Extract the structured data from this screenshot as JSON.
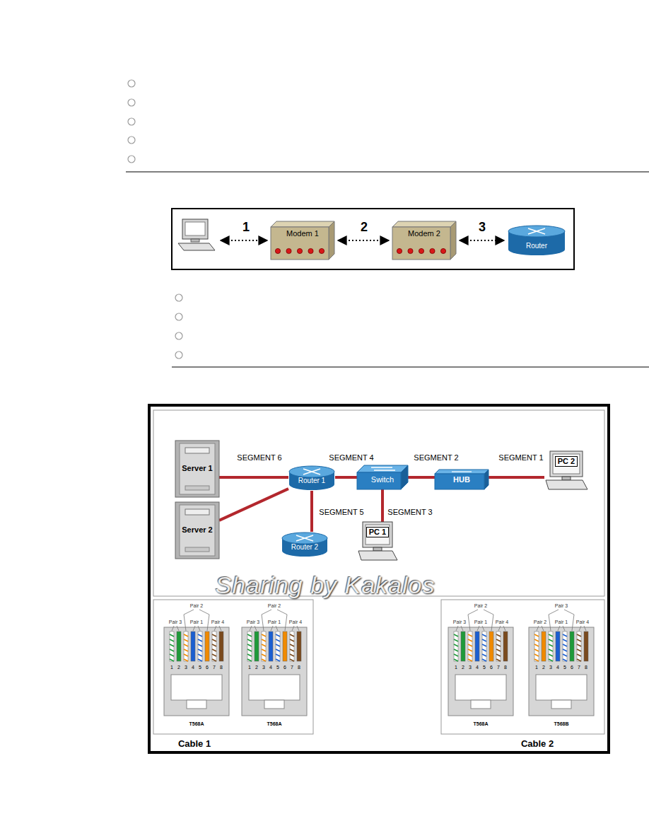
{
  "diagram": {
    "nodes": [
      {
        "text": [
          "Modem 1"
        ]
      },
      {
        "text": [
          "Modem 2"
        ]
      },
      {
        "text": [
          "Router"
        ]
      },
      {
        "text": [
          "Server 1"
        ]
      },
      {
        "text": [
          "Router 1"
        ]
      },
      {
        "text": [
          "Switch"
        ]
      },
      {
        "text": [
          "HUB"
        ]
      },
      {
        "text": [
          "PC 2"
        ]
      },
      {
        "text": [
          "Server 2"
        ]
      },
      {
        "text": [
          "Router 2"
        ]
      },
      {
        "text": [
          "PC 1"
        ]
      }
    ],
    "edges": [
      {
        "from": 0,
        "to": 1,
        "arrow": "both",
        "label": "2"
      },
      {
        "from": 1,
        "to": 2,
        "arrow": "both",
        "label": "3"
      },
      {
        "from": 3,
        "to": 4,
        "arrow": "none",
        "label": "SEGMENT 6"
      },
      {
        "from": 8,
        "to": 4,
        "arrow": "none"
      },
      {
        "from": 4,
        "to": 5,
        "arrow": "none",
        "label": "SEGMENT 4"
      },
      {
        "from": 5,
        "to": 6,
        "arrow": "none",
        "label": "SEGMENT 2"
      },
      {
        "from": 6,
        "to": 7,
        "arrow": "none",
        "label": "SEGMENT 1"
      },
      {
        "from": 4,
        "to": 9,
        "arrow": "none",
        "label": "SEGMENT 5"
      },
      {
        "from": 5,
        "to": 10,
        "arrow": "none",
        "label": "SEGMENT 3"
      }
    ],
    "labels": [
      "1",
      "Sharing by Kakalos",
      "Pair 2",
      "Pair 3",
      "Pair 1",
      "Pair 4",
      "1",
      "2",
      "3",
      "4",
      "5",
      "6",
      "7",
      "8",
      "T568A",
      "Pair 2",
      "Pair 3",
      "Pair 1",
      "Pair 4",
      "1",
      "2",
      "3",
      "4",
      "5",
      "6",
      "7",
      "8",
      "T568A",
      "Pair 2",
      "Pair 3",
      "Pair 1",
      "Pair 4",
      "1",
      "2",
      "3",
      "4",
      "5",
      "6",
      "7",
      "8",
      "T568A",
      "Pair 3",
      "Pair 2",
      "Pair 1",
      "Pair 4",
      "1",
      "2",
      "3",
      "4",
      "5",
      "6",
      "7",
      "8",
      "T568B",
      "Cable 1",
      "Cable 2"
    ]
  }
}
